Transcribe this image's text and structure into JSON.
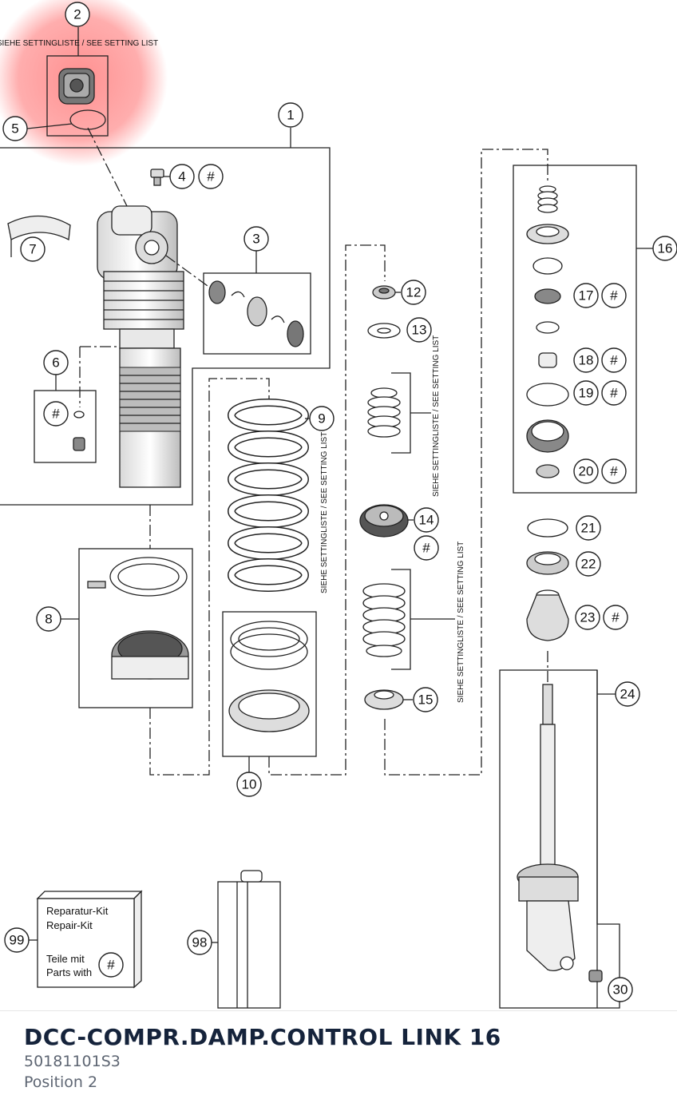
{
  "diagram": {
    "setting_note": "SIEHE SETTINGLISTE / SEE SETTING LIST",
    "hash_symbol": "#",
    "callouts": {
      "c1": "1",
      "c2": "2",
      "c3": "3",
      "c4": "4",
      "c5": "5",
      "c6": "6",
      "c7": "7",
      "c8": "8",
      "c9": "9",
      "c10": "10",
      "c12": "12",
      "c13": "13",
      "c14": "14",
      "c15": "15",
      "c16": "16",
      "c17": "17",
      "c18": "18",
      "c19": "19",
      "c20": "20",
      "c21": "21",
      "c22": "22",
      "c23": "23",
      "c24": "24",
      "c30": "30",
      "c98": "98",
      "c99": "99"
    },
    "repair_kit": {
      "line1": "Reparatur-Kit",
      "line2": "Repair-Kit",
      "line3": "Teile mit",
      "line4": "Parts with"
    },
    "highlight_color": "#ff6b6b"
  },
  "info": {
    "title": "DCC-COMPR.DAMP.CONTROL LINK 16",
    "part_number": "50181101S3",
    "position": "Position 2"
  }
}
